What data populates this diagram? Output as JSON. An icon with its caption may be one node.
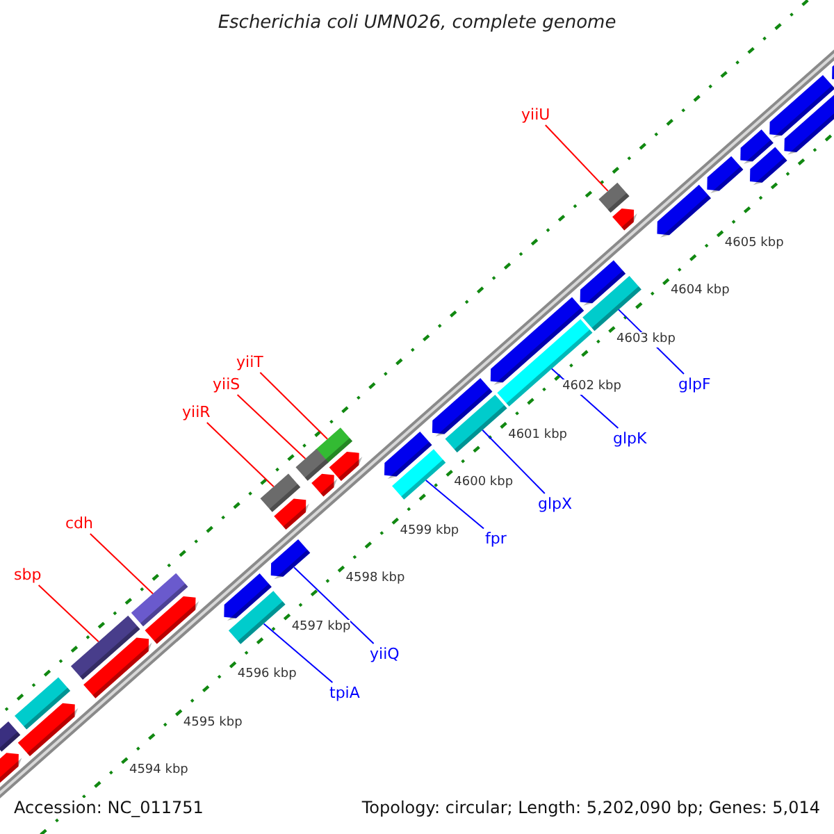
{
  "diagram": {
    "title": "Escherichia coli UMN026, complete genome",
    "nodes": [
      {
        "text": [
          "yiiU"
        ]
      },
      {
        "text": [],
        "shape": "box"
      },
      {
        "text": [
          "yiiT"
        ]
      },
      {
        "text": [],
        "shape": "box"
      },
      {
        "text": [
          "yiiS"
        ]
      },
      {
        "text": [],
        "shape": "box"
      },
      {
        "text": [
          "yiiR"
        ]
      },
      {
        "text": [],
        "shape": "box"
      },
      {
        "text": [
          "glpF"
        ]
      },
      {
        "text": [],
        "shape": "box"
      },
      {
        "text": [
          "glpK"
        ]
      },
      {
        "text": [],
        "shape": "box"
      },
      {
        "text": [
          "glpX"
        ]
      },
      {
        "text": [],
        "shape": "box"
      },
      {
        "text": [
          "fpr"
        ]
      },
      {
        "text": [],
        "shape": "box"
      },
      {
        "text": [
          "cdh"
        ]
      },
      {
        "text": [],
        "shape": "box"
      },
      {
        "text": [
          "sbp"
        ]
      },
      {
        "text": [],
        "shape": "box"
      },
      {
        "text": [
          "yiiQ"
        ]
      },
      {
        "text": [],
        "shape": "arrow"
      },
      {
        "text": [
          "tpiA"
        ]
      },
      {
        "text": [],
        "shape": "box"
      },
      {
        "text": [],
        "shape": "box"
      },
      {
        "text": [],
        "shape": "arrow"
      },
      {
        "text": [],
        "shape": "box"
      },
      {
        "text": [],
        "shape": "arrow"
      },
      {
        "text": [],
        "shape": "arrow"
      },
      {
        "text": [],
        "shape": "arrow"
      },
      {
        "text": [],
        "shape": "arrow"
      },
      {
        "text": [],
        "shape": "arrow"
      },
      {
        "text": [],
        "shape": "arrow"
      },
      {
        "text": [],
        "shape": "arrow"
      },
      {
        "text": [],
        "shape": "arrow"
      },
      {
        "text": [],
        "shape": "arrow"
      },
      {
        "text": [],
        "shape": "arrow"
      },
      {
        "text": [],
        "shape": "arrow"
      },
      {
        "text": [],
        "shape": "arrow"
      },
      {
        "text": [],
        "shape": "arrow"
      },
      {
        "text": [],
        "shape": "arrow"
      },
      {
        "text": [],
        "shape": "arrow"
      },
      {
        "text": [],
        "shape": "arrow"
      },
      {
        "text": [],
        "shape": "arrow"
      },
      {
        "text": [],
        "shape": "arrow"
      },
      {
        "text": [],
        "shape": "arrow"
      }
    ],
    "edges": [
      {
        "from": 0,
        "to": 1,
        "arrow": "none",
        "color": "#ff0000"
      },
      {
        "from": 2,
        "to": 3,
        "arrow": "none",
        "color": "#ff0000"
      },
      {
        "from": 4,
        "to": 5,
        "arrow": "none",
        "color": "#ff0000"
      },
      {
        "from": 6,
        "to": 7,
        "arrow": "none",
        "color": "#ff0000"
      },
      {
        "from": 8,
        "to": 9,
        "arrow": "none",
        "color": "#0000ff"
      },
      {
        "from": 10,
        "to": 11,
        "arrow": "none",
        "color": "#0000ff"
      },
      {
        "from": 12,
        "to": 13,
        "arrow": "none",
        "color": "#0000ff"
      },
      {
        "from": 14,
        "to": 15,
        "arrow": "none",
        "color": "#0000ff"
      },
      {
        "from": 16,
        "to": 17,
        "arrow": "none",
        "color": "#ff0000"
      },
      {
        "from": 18,
        "to": 19,
        "arrow": "none",
        "color": "#ff0000"
      },
      {
        "from": 20,
        "to": 21,
        "arrow": "none",
        "color": "#0000ff"
      },
      {
        "from": 22,
        "to": 23,
        "arrow": "none",
        "color": "#0000ff"
      }
    ],
    "labels": [
      "4605 kbp",
      "4604 kbp",
      "4603 kbp",
      "4602 kbp",
      "4601 kbp",
      "4600 kbp",
      "4599 kbp",
      "4598 kbp",
      "4597 kbp",
      "4596 kbp",
      "4595 kbp",
      "4594 kbp",
      "Accession: NC_011751",
      "Topology: circular; Length: 5,202,090 bp; Genes: 5,014"
    ]
  }
}
